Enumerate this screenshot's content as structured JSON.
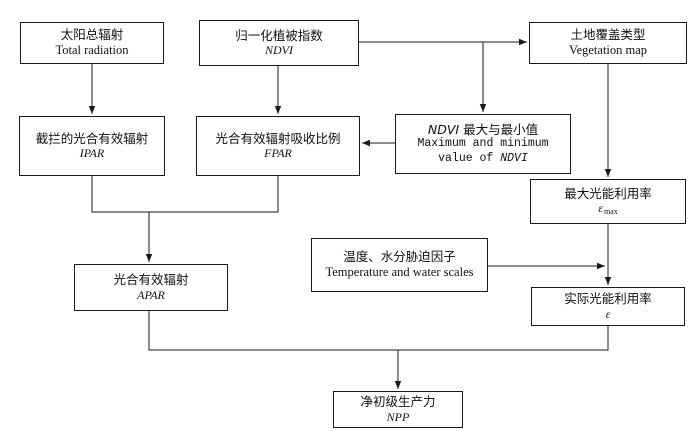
{
  "nodes": {
    "total_radiation": {
      "zh": "太阳总辐射",
      "en": "Total radiation"
    },
    "ndvi": {
      "zh": "归一化植被指数",
      "abbr": "NDVI"
    },
    "vegetation_map": {
      "zh": "土地覆盖类型",
      "en": "Vegetation map"
    },
    "ipar": {
      "zh": "截拦的光合有效辐射",
      "abbr": "IPAR"
    },
    "fpar": {
      "zh": "光合有效辐射吸收比例",
      "abbr": "FPAR"
    },
    "ndvi_minmax": {
      "zh_abbr": "NDVI",
      "zh": " 最大与最小值",
      "en_line1": "Maximum and minimum",
      "en_line2_prefix": "value of ",
      "en_line2_abbr": "NDVI"
    },
    "max_lue": {
      "zh": "最大光能利用率",
      "symbol": "ε",
      "subscript": "max"
    },
    "temp_water": {
      "zh": "温度、水分胁迫因子",
      "en": "Temperature and water scales"
    },
    "apar": {
      "zh": "光合有效辐射",
      "abbr": "APAR"
    },
    "actual_lue": {
      "zh": "实际光能利用率",
      "symbol": "ε"
    },
    "npp": {
      "zh": "净初级生产力",
      "abbr": "NPP"
    }
  },
  "style": {
    "line_color": "#1a1a1a",
    "box_border": "#1a1a1a",
    "background": "#ffffff"
  }
}
